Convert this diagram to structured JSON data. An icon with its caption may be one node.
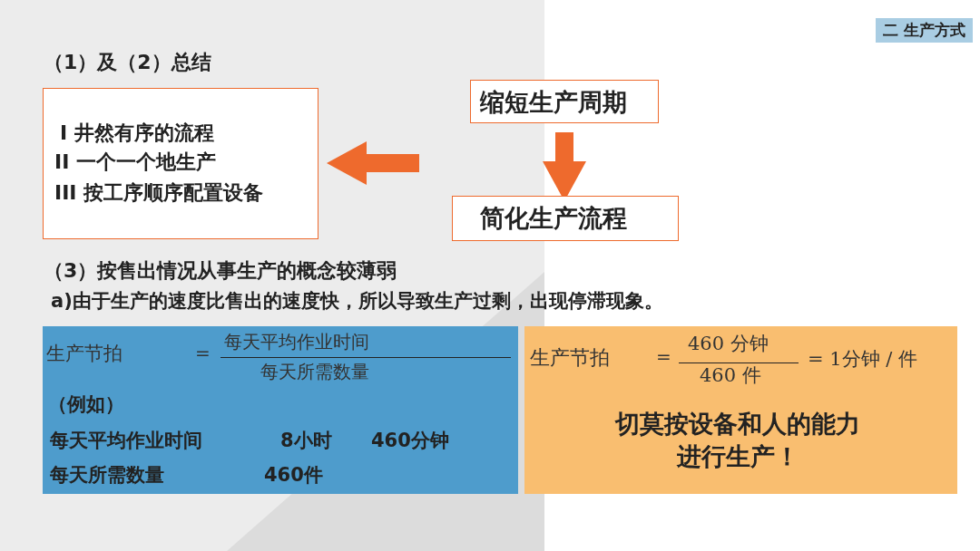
{
  "diagram": {
    "nodes": [
      {
        "text": [
          "I 井然有序的流程",
          "II 一个一个地生产",
          "III 按工序顺序配置设备"
        ]
      },
      {
        "text": [
          "缩短生产周期"
        ]
      },
      {
        "text": [
          "简化生产流程"
        ]
      },
      {
        "text": [
          "生产节拍",
          "=",
          "每天平均作业时间",
          "每天所需数量",
          "（例如）",
          "每天平均作业时间",
          "8小时",
          "460分钟",
          "每天所需数量",
          "460件"
        ]
      },
      {
        "text": [
          "生产节拍",
          "=",
          "460 分钟",
          "460 件",
          "= 1分钟 / 件",
          "切莫按设备和人的能力进行生产！"
        ]
      }
    ],
    "edges": [
      {
        "from": 1,
        "to": 2,
        "arrow": "to"
      },
      {
        "from": null,
        "to": 0,
        "arrow": "to"
      }
    ],
    "labels": [
      "二 生产方式",
      "（1）及（2）总结",
      "（3）按售出情况从事生产的概念较薄弱",
      "a)由于生产的速度比售出的速度快，所以导致生产过剩，出现停滞现象。"
    ]
  }
}
